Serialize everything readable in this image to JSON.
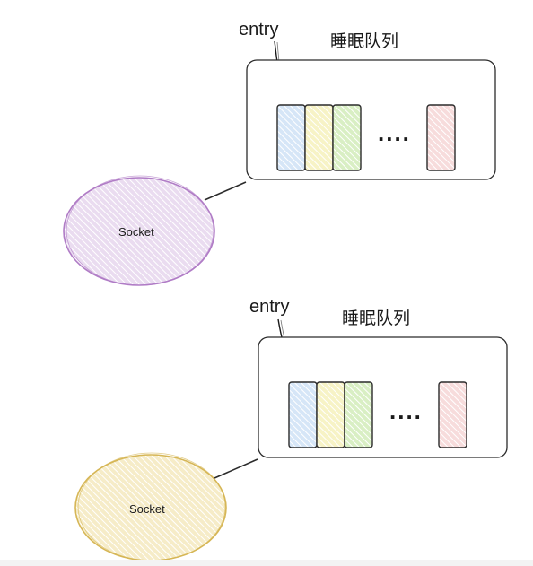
{
  "groups": [
    {
      "entry_label": "entry",
      "queue_label": "睡眠队列",
      "ellipsis": "....",
      "socket_label": "Socket",
      "socket_color": "#b07cc6",
      "socket_fill": "#eadcf0",
      "entries": [
        {
          "fill": "#d6e6f7"
        },
        {
          "fill": "#f7f3c6"
        },
        {
          "fill": "#d9efc4"
        },
        {
          "fill": "#f7dcdc"
        }
      ]
    },
    {
      "entry_label": "entry",
      "queue_label": "睡眠队列",
      "ellipsis": "....",
      "socket_label": "Socket",
      "socket_color": "#d6b656",
      "socket_fill": "#f6ecc8",
      "entries": [
        {
          "fill": "#d6e6f7"
        },
        {
          "fill": "#f7f3c6"
        },
        {
          "fill": "#d9efc4"
        },
        {
          "fill": "#f7dcdc"
        }
      ]
    }
  ]
}
